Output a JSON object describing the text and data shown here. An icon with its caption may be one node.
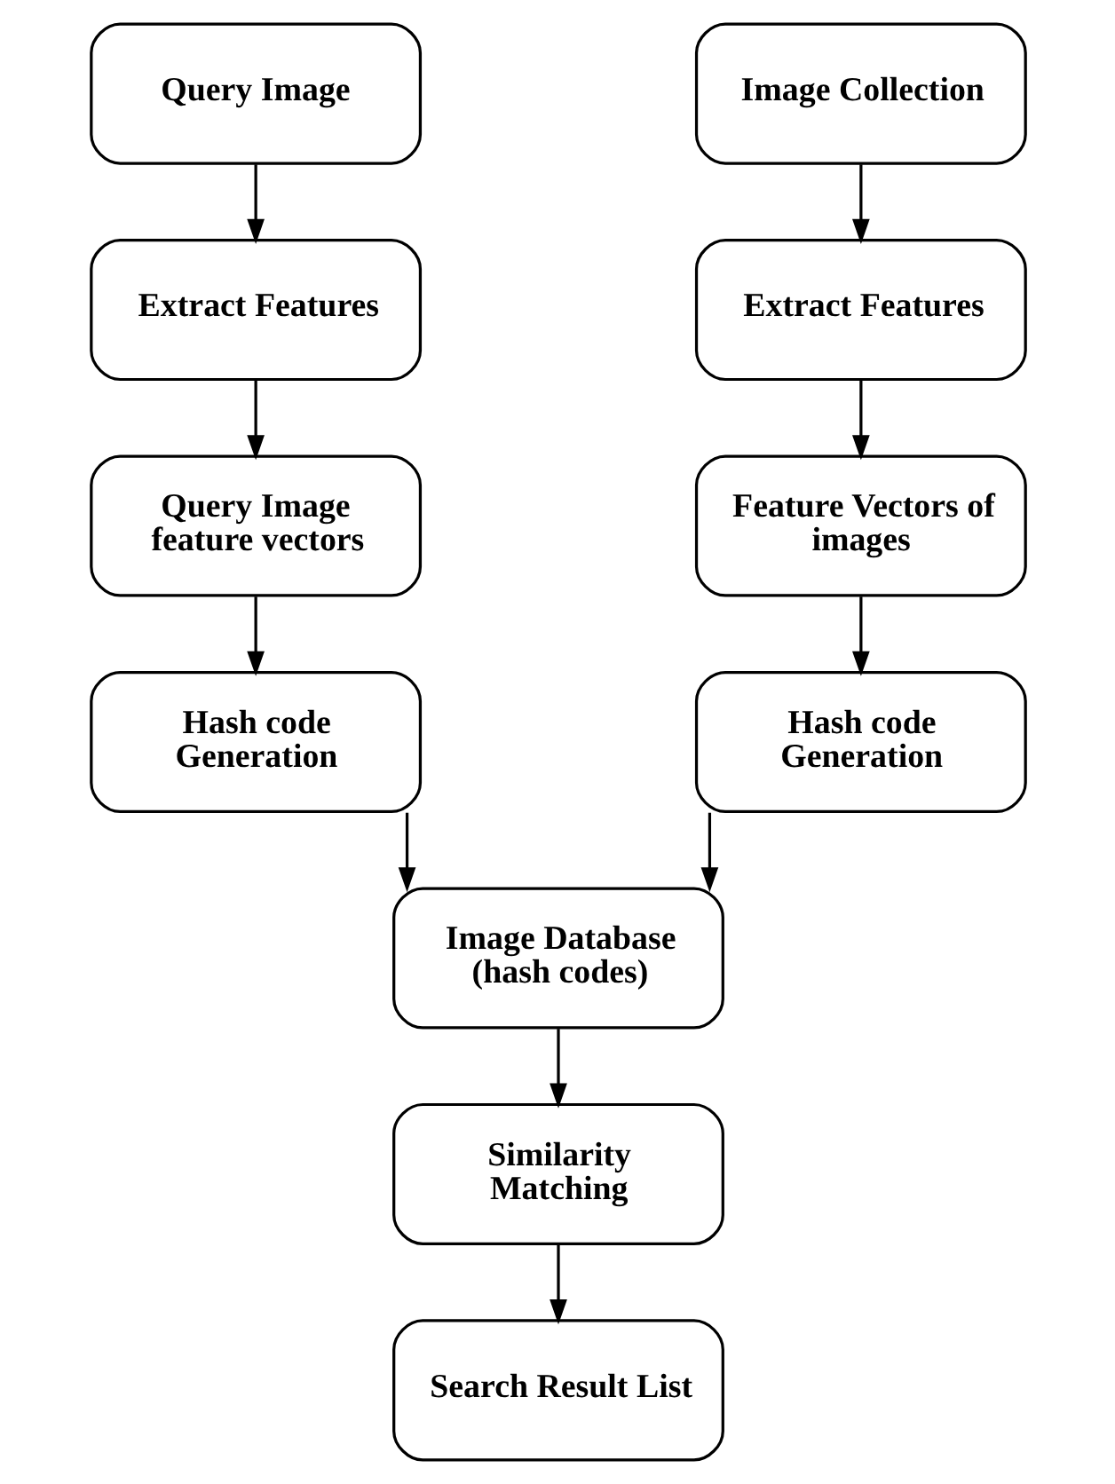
{
  "diagram": {
    "nodes": [
      {
        "text": [
          "Query Image"
        ]
      },
      {
        "text": [
          "Extract Features"
        ]
      },
      {
        "text": [
          "Query Image feature vectors"
        ]
      },
      {
        "text": [
          "Hash code Generation"
        ]
      },
      {
        "text": [
          "Image Collection"
        ]
      },
      {
        "text": [
          "Extract Features"
        ]
      },
      {
        "text": [
          "Feature Vectors of images"
        ]
      },
      {
        "text": [
          "Hash code Generation"
        ]
      },
      {
        "text": [
          "Image Database (hash codes)"
        ]
      },
      {
        "text": [
          "Similarity Matching"
        ]
      },
      {
        "text": [
          "Search Result List"
        ]
      }
    ],
    "edges": [
      {
        "from": 0,
        "to": 1,
        "arrow": "to"
      },
      {
        "from": 1,
        "to": 2,
        "arrow": "to"
      },
      {
        "from": 2,
        "to": 3,
        "arrow": "to"
      },
      {
        "from": 4,
        "to": 5,
        "arrow": "to"
      },
      {
        "from": 5,
        "to": 6,
        "arrow": "to"
      },
      {
        "from": 6,
        "to": 7,
        "arrow": "to"
      },
      {
        "from": 3,
        "to": 8,
        "arrow": "to"
      },
      {
        "from": 7,
        "to": 8,
        "arrow": "to"
      },
      {
        "from": 8,
        "to": 9,
        "arrow": "to"
      },
      {
        "from": 9,
        "to": 10,
        "arrow": "to"
      }
    ]
  }
}
